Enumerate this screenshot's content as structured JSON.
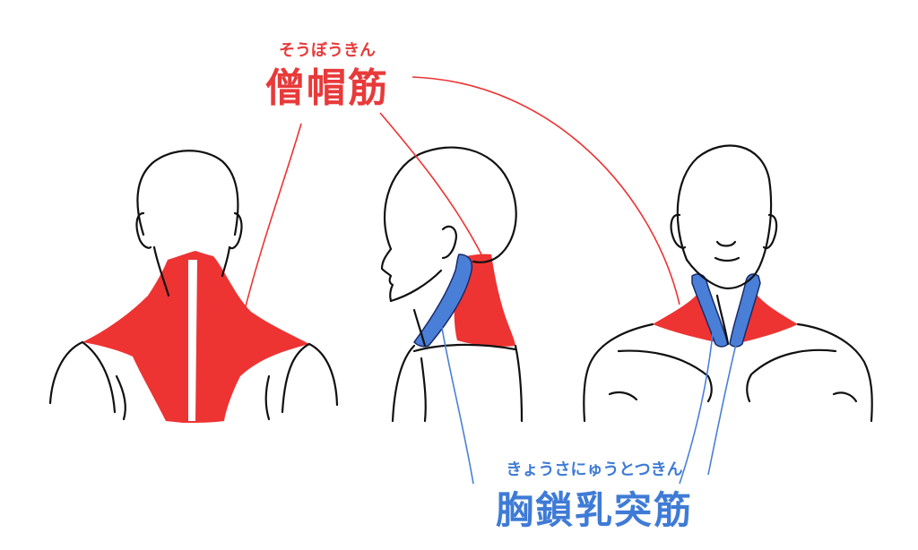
{
  "labels": {
    "trapezius": {
      "furigana": "そうぼうきん",
      "kanji": "僧帽筋"
    },
    "sternocleidomastoid": {
      "furigana": "きょうさにゅうとつきん",
      "kanji": "胸鎖乳突筋"
    }
  },
  "colors": {
    "trapezius": "#ee3333",
    "sternocleidomastoid": "#4a7fd8",
    "trapezius_text": "#e83a3a",
    "sternocleidomastoid_text": "#3f7bd6",
    "ink": "#111111"
  },
  "figures": [
    "back-view",
    "side-view",
    "front-view"
  ]
}
